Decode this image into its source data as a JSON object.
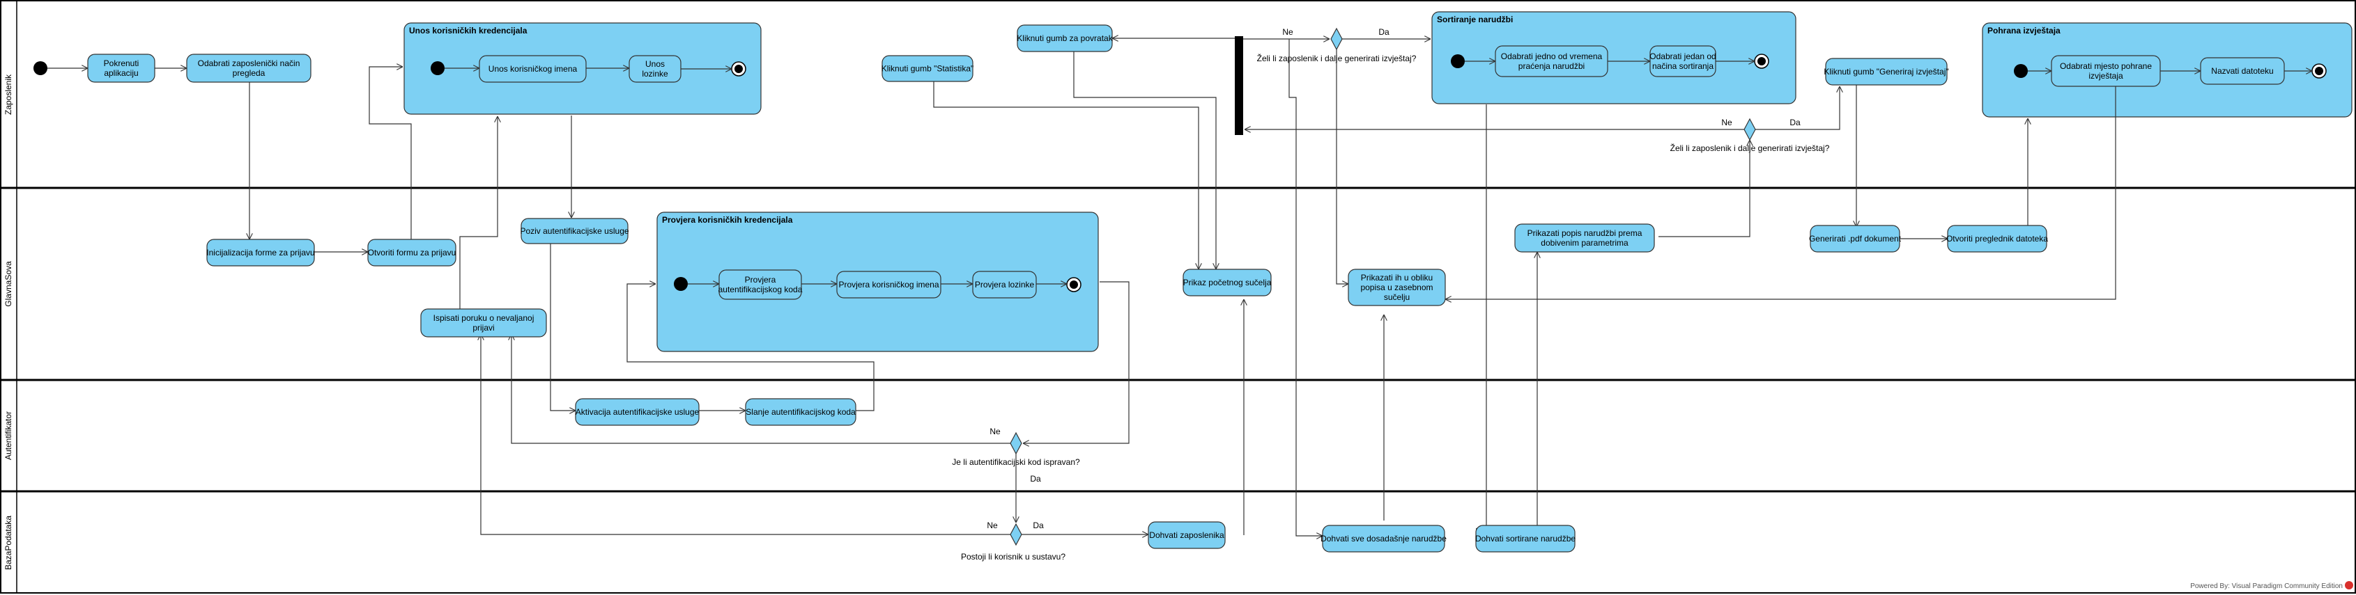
{
  "lanes": [
    "Zaposlenik",
    "GlavnaSova",
    "Autentifikator",
    "BazaPodataka"
  ],
  "subactivities": {
    "unos": "Unos korisničkih kredencijala",
    "provjera": "Provjera korisničkih kredencijala",
    "sortiranje": "Sortiranje narudžbi",
    "pohrana": "Pohrana izvještaja"
  },
  "activities": {
    "pokrenuti": [
      "Pokrenuti",
      "aplikaciju"
    ],
    "odabrati_nacin": [
      "Odabrati zaposlenički način",
      "pregleda"
    ],
    "unos_imena": [
      "Unos korisničkog imena"
    ],
    "unos_lozinke": [
      "Unos",
      "lozinke"
    ],
    "inicijalizacija": [
      "Inicijalizacija forme za prijavu"
    ],
    "otvoriti_formu": [
      "Otvoriti formu za prijavu"
    ],
    "poziv_auth": [
      "Poziv autentifikacijske usluge"
    ],
    "ispisati_poruku": [
      "Ispisati poruku o nevaljanoj",
      "prijavi"
    ],
    "provjera_koda": [
      "Provjera",
      "autentifikacijskog koda"
    ],
    "provjera_imena": [
      "Provjera korisničkog imena"
    ],
    "provjera_lozinke": [
      "Provjera lozinke"
    ],
    "aktivacija": [
      "Aktivacija autentifikacijske usluge"
    ],
    "slanje_koda": [
      "Slanje autentifikacijskog koda"
    ],
    "dohvati_zaposlenika": [
      "Dohvati zaposlenika"
    ],
    "kliknuti_statistika": [
      "Kliknuti gumb \"Statistika\""
    ],
    "kliknuti_povratak": [
      "Kliknuti gumb za povratak"
    ],
    "prikaz_sucelja": [
      "Prikaz početnog sučelja"
    ],
    "odabrati_vremena": [
      "Odabrati jedno od vremena",
      "praćenja narudžbi"
    ],
    "odabrati_sortiranja": [
      "Odabrati jedan od",
      "načina sortiranja"
    ],
    "prikazati_ih": [
      "Prikazati ih u obliku",
      "popisa u zasebnom",
      "sučelju"
    ],
    "dohvati_sve": [
      "Dohvati sve dosadašnje narudžbe"
    ],
    "dohvati_sortirane": [
      "Dohvati sortirane narudžbe"
    ],
    "prikazati_popis": [
      "Prikazati popis narudžbi prema",
      "dobivenim parametrima"
    ],
    "kliknuti_generiraj": [
      "Kliknuti gumb \"Generiraj izvještaj\""
    ],
    "generirati_pdf": [
      "Generirati .pdf dokument"
    ],
    "otvoriti_preglednik": [
      "Otvoriti preglednik datoteka"
    ],
    "odabrati_mjesto": [
      "Odabrati mjesto pohrane",
      "izvještaja"
    ],
    "nazvati": [
      "Nazvati datoteku"
    ]
  },
  "decisions": {
    "auth_kod": "Je li autentifikacijski kod ispravan?",
    "korisnik": "Postoji li korisnik u sustavu?",
    "generirati_1": "Želi li zaposlenik i dalje generirati izvještaj?",
    "generirati_2": "Želi li zaposlenik i dalje generirati izvještaj?"
  },
  "guards": {
    "yes": "Da",
    "no": "Ne"
  },
  "watermark": "Powered By: Visual Paradigm Community Edition"
}
